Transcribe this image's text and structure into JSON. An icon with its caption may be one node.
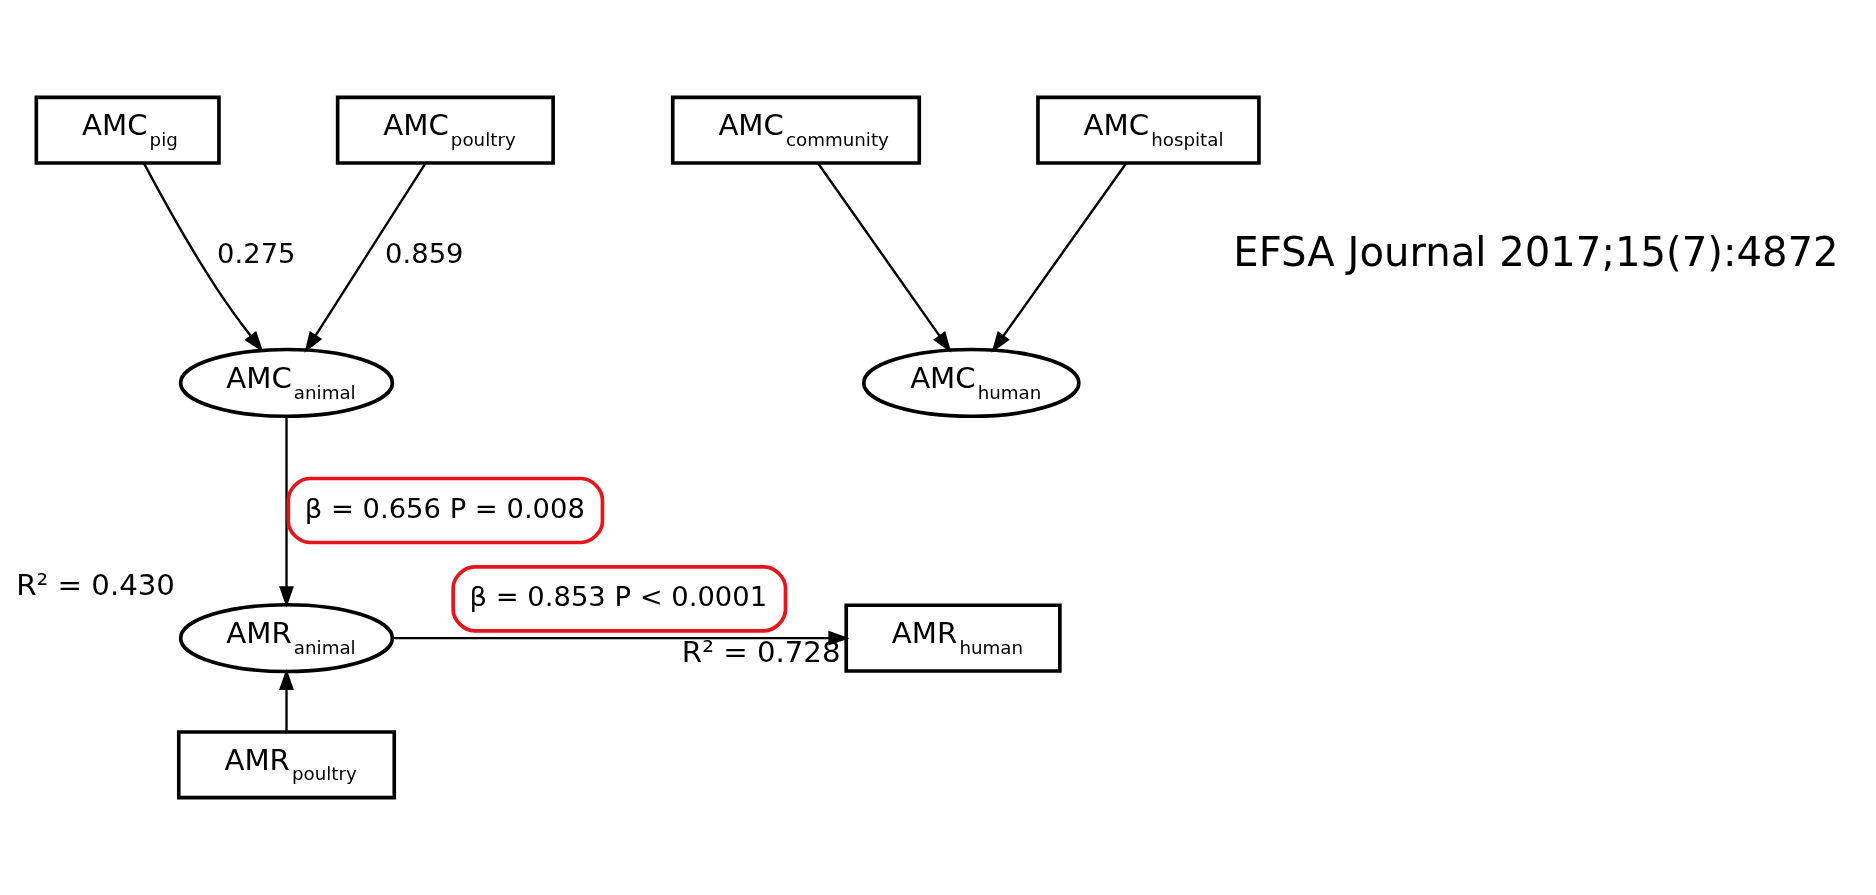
{
  "diagram": {
    "nodes": [
      {
        "text": [
          "AMC$_{pig}$"
        ]
      },
      {
        "text": [
          "AMC$_{poultry}$"
        ]
      },
      {
        "text": [
          "AMC$_{community}$"
        ]
      },
      {
        "text": [
          "AMC$_{hospital}$"
        ]
      },
      {
        "text": [
          "AMC$_{animal}$"
        ]
      },
      {
        "text": [
          "AMC$_{human}$"
        ]
      },
      {
        "text": [
          "AMR$_{animal}$"
        ],
        "beside": [
          "R² = 0.430"
        ]
      },
      {
        "text": [
          "AMR$_{human}$"
        ],
        "beside": [
          "R² = 0.728"
        ]
      },
      {
        "text": [
          "AMR$_{poultry}$"
        ]
      }
    ],
    "edges": [
      {
        "from": 0,
        "to": 4,
        "arrow": "to",
        "label": "0.275"
      },
      {
        "from": 1,
        "to": 4,
        "arrow": "to",
        "label": "0.859"
      },
      {
        "from": 2,
        "to": 5,
        "arrow": "to"
      },
      {
        "from": 3,
        "to": 5,
        "arrow": "to"
      },
      {
        "from": 4,
        "to": 6,
        "arrow": "to",
        "label": "β = 0.656 P = 0.008"
      },
      {
        "from": 6,
        "to": 7,
        "arrow": "to",
        "label": "β = 0.853 P < 0.0001"
      },
      {
        "from": 8,
        "to": 6,
        "arrow": "to"
      }
    ],
    "labels": [
      "EFSA Journal 2017;15(7):4872"
    ]
  }
}
